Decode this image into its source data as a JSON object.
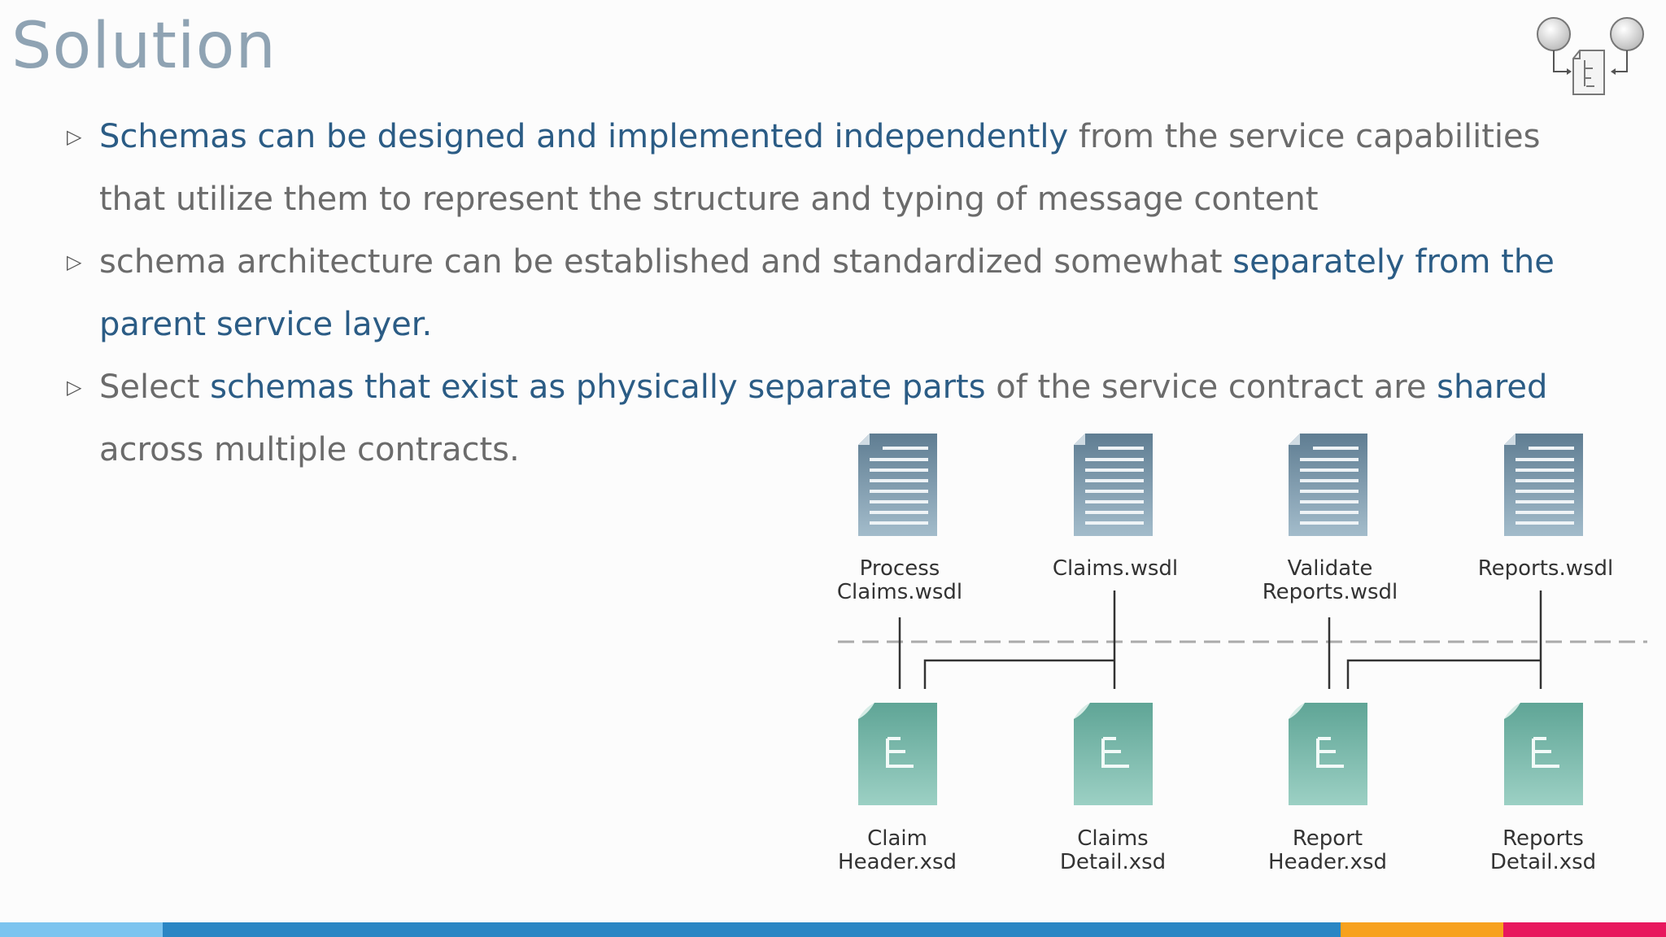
{
  "slide": {
    "title": "Solution",
    "bullets": [
      {
        "marker": "▷",
        "segments": [
          {
            "text": "Schemas can be designed and implemented independently",
            "emphasis": true
          },
          {
            "text": " from the service capabilities that utilize them to represent the structure and typing of message content",
            "emphasis": false
          }
        ]
      },
      {
        "marker": "▷",
        "segments": [
          {
            "text": "schema architecture can be established and standardized somewhat ",
            "emphasis": false
          },
          {
            "text": "separately from the parent service layer.",
            "emphasis": true
          }
        ]
      },
      {
        "marker": "▷",
        "segments": [
          {
            "text": "Select ",
            "emphasis": false
          },
          {
            "text": "schemas that exist as physically separate parts",
            "emphasis": true
          },
          {
            "text": " of the service contract are ",
            "emphasis": false
          },
          {
            "text": "shared",
            "emphasis": true
          },
          {
            "text": " across multiple contracts.",
            "emphasis": false
          }
        ]
      }
    ]
  },
  "diagram": {
    "wsdl_files": [
      {
        "line1": "Process",
        "line2": "Claims.wsdl"
      },
      {
        "line1": "Claims.wsdl",
        "line2": ""
      },
      {
        "line1": "Validate",
        "line2": "Reports.wsdl"
      },
      {
        "line1": "Reports.wsdl",
        "line2": ""
      }
    ],
    "xsd_files": [
      {
        "line1": "Claim",
        "line2": "Header.xsd"
      },
      {
        "line1": "Claims",
        "line2": "Detail.xsd"
      },
      {
        "line1": "Report",
        "line2": "Header.xsd"
      },
      {
        "line1": "Reports",
        "line2": "Detail.xsd"
      }
    ]
  },
  "colors": {
    "title": "#8fa3b3",
    "emphasis": "#2b5c85",
    "body_text": "#6b6b6b",
    "wsdl_doc": "#7f9aab",
    "xsd_doc": "#7ab5a8",
    "footer": [
      "#7cc4ef",
      "#2a86c4",
      "#f7a11d",
      "#e8175d"
    ]
  },
  "icons": {
    "corner_logo": "service-schema-icon",
    "wsdl": "document-lines-icon",
    "xsd": "schema-tree-document-icon"
  }
}
